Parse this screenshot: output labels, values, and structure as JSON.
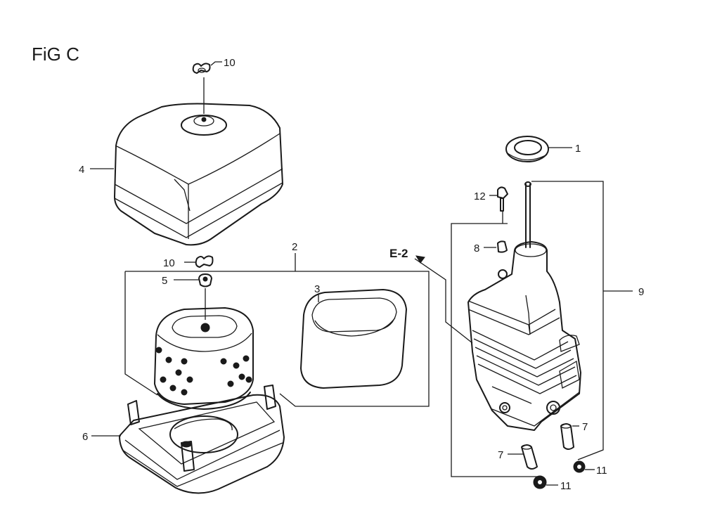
{
  "figure": {
    "title": "FiG C",
    "callouts": [
      {
        "id": "c10a",
        "text": "10"
      },
      {
        "id": "c4",
        "text": "4"
      },
      {
        "id": "c2",
        "text": "2"
      },
      {
        "id": "c10b",
        "text": "10"
      },
      {
        "id": "c5",
        "text": "5"
      },
      {
        "id": "c3",
        "text": "3"
      },
      {
        "id": "c6",
        "text": "6"
      },
      {
        "id": "c1",
        "text": "1"
      },
      {
        "id": "c12",
        "text": "12"
      },
      {
        "id": "c8",
        "text": "8"
      },
      {
        "id": "ce2",
        "text": "E-2"
      },
      {
        "id": "c9",
        "text": "9"
      },
      {
        "id": "c7a",
        "text": "7"
      },
      {
        "id": "c7b",
        "text": "7"
      },
      {
        "id": "c11a",
        "text": "11"
      },
      {
        "id": "c11b",
        "text": "11"
      }
    ]
  }
}
